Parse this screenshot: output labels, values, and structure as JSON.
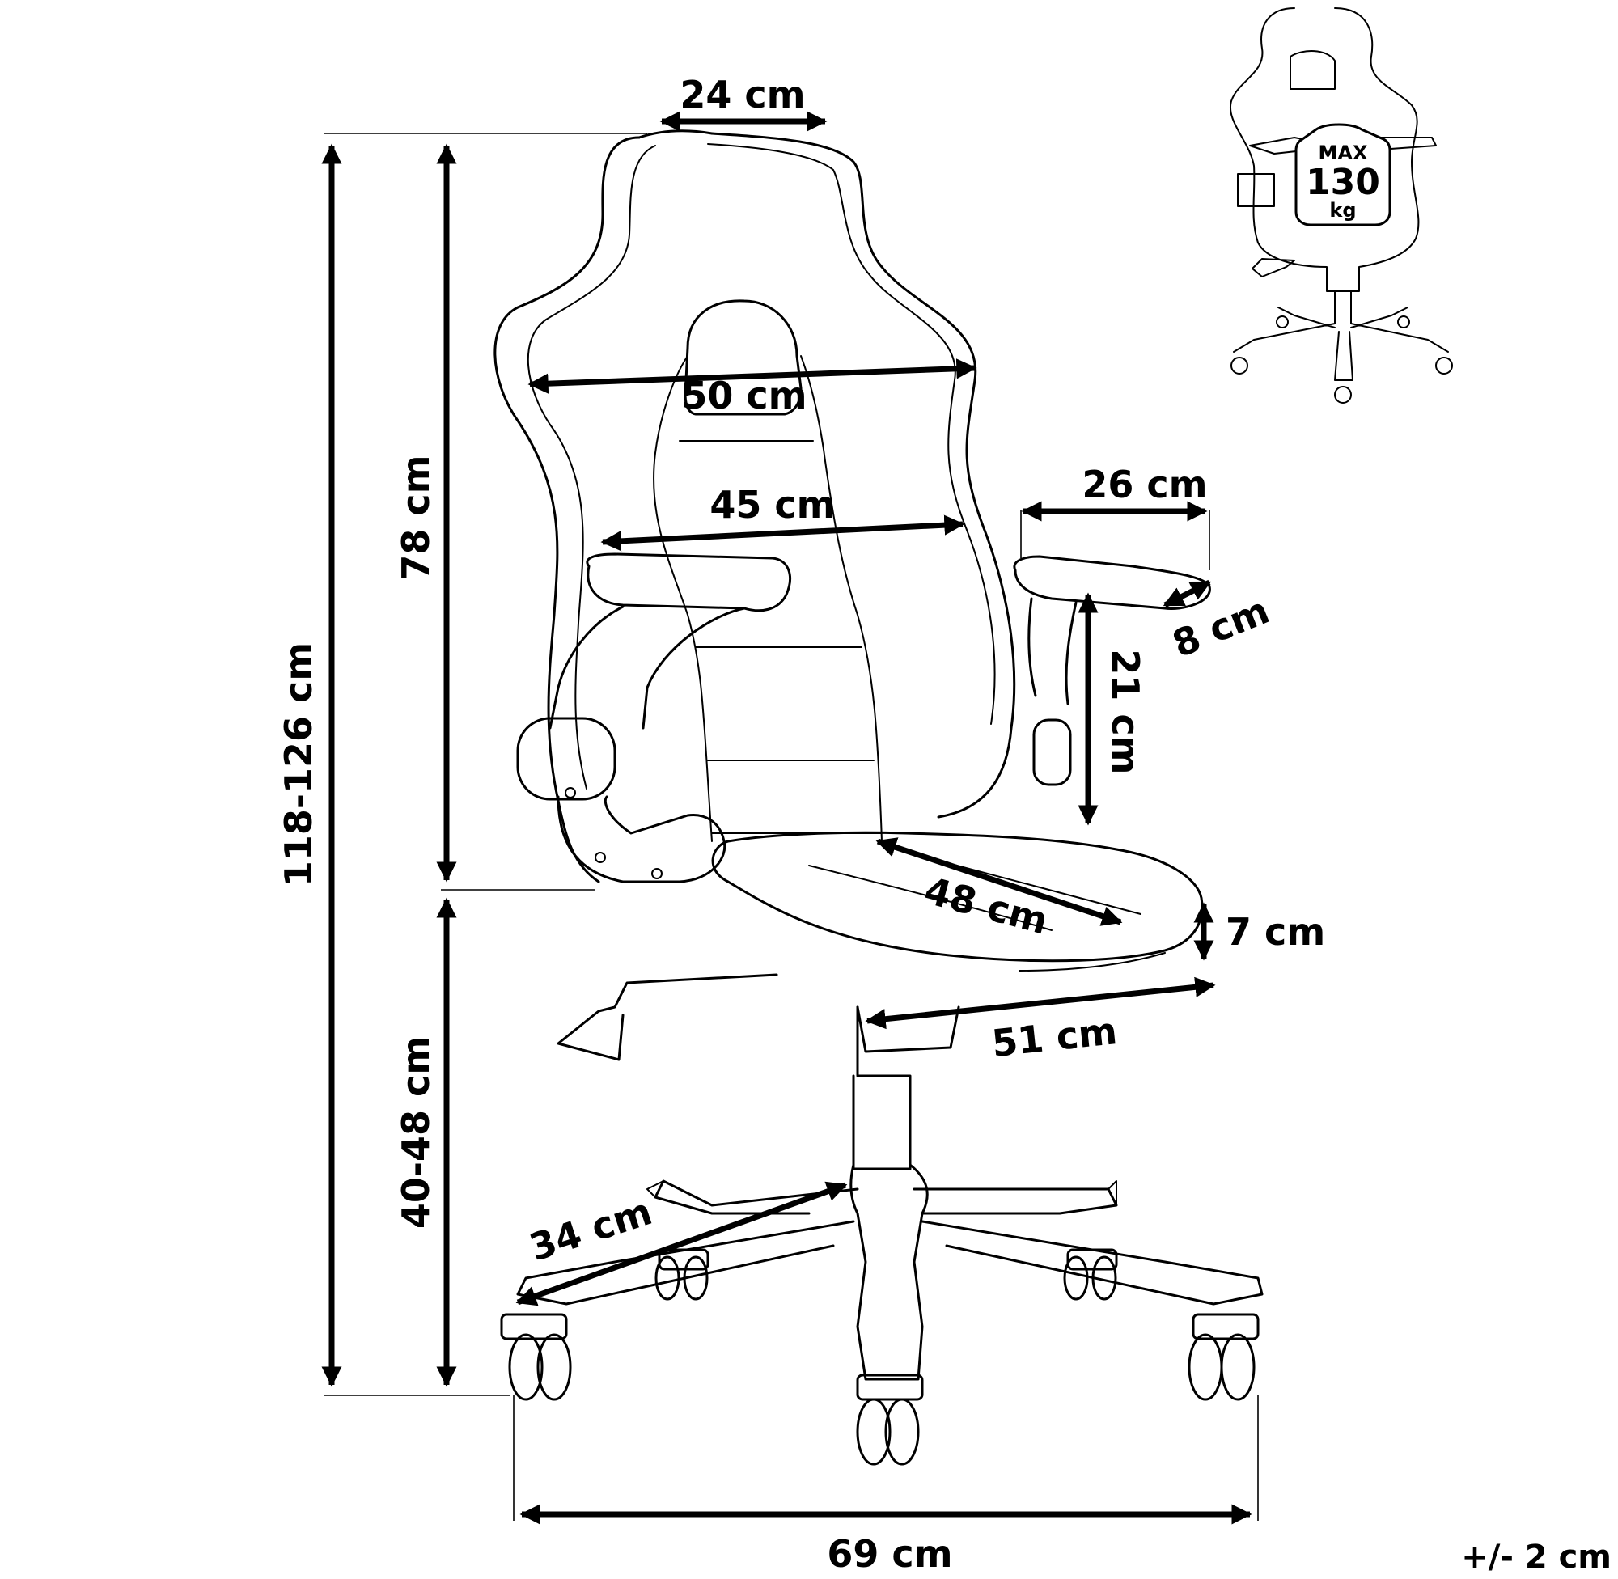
{
  "dimensions": {
    "total_height": "118-126 cm",
    "backrest_height": "78 cm",
    "seat_height": "40-48 cm",
    "headrest_width": "24 cm",
    "shoulder_width": "50 cm",
    "back_width": "45 cm",
    "armrest_length": "26 cm",
    "armrest_width": "8 cm",
    "armrest_height": "21 cm",
    "seat_depth": "48 cm",
    "seat_thickness": "7 cm",
    "seat_width": "51 cm",
    "base_radius": "34 cm",
    "base_width": "69 cm"
  },
  "tolerance": "+/- 2 cm",
  "load_badge": {
    "line1": "MAX",
    "line2": "130",
    "line3": "kg"
  }
}
